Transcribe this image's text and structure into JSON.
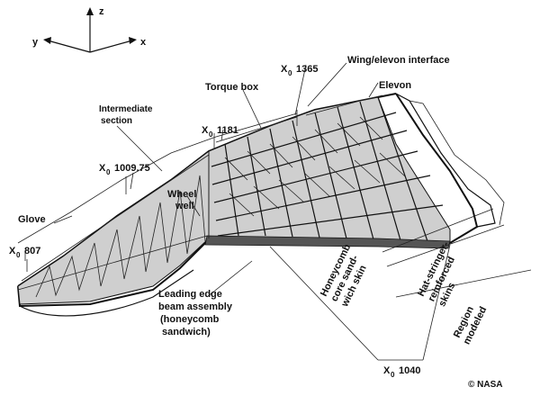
{
  "axes": {
    "z": "z",
    "y": "y",
    "x": "x"
  },
  "labels": {
    "x0_prefix": "X",
    "x0_sub": "0",
    "x0_1365": "1365",
    "x0_1181": "1181",
    "x0_1009": "1009.75",
    "x0_807": "807",
    "x0_1040": "1040",
    "wing_elevon": "Wing/elevon interface",
    "elevon": "Elevon",
    "torque_box": "Torque box",
    "intermediate_1": "Intermediate",
    "intermediate_2": "section",
    "wheel_1": "Wheel",
    "wheel_2": "well",
    "glove": "Glove",
    "leading_1": "Leading edge",
    "leading_2": "beam assembly",
    "leading_3": "(honeycomb",
    "leading_4": "sandwich)",
    "honeycomb_1": "Honeycomb",
    "honeycomb_2": "core sand-",
    "honeycomb_3": "wich skin",
    "hat_1": "Hat-stringer-",
    "hat_2": "reinforced",
    "hat_3": "skins",
    "region_1": "Region",
    "region_2": "modeled",
    "credit": "© NASA"
  }
}
